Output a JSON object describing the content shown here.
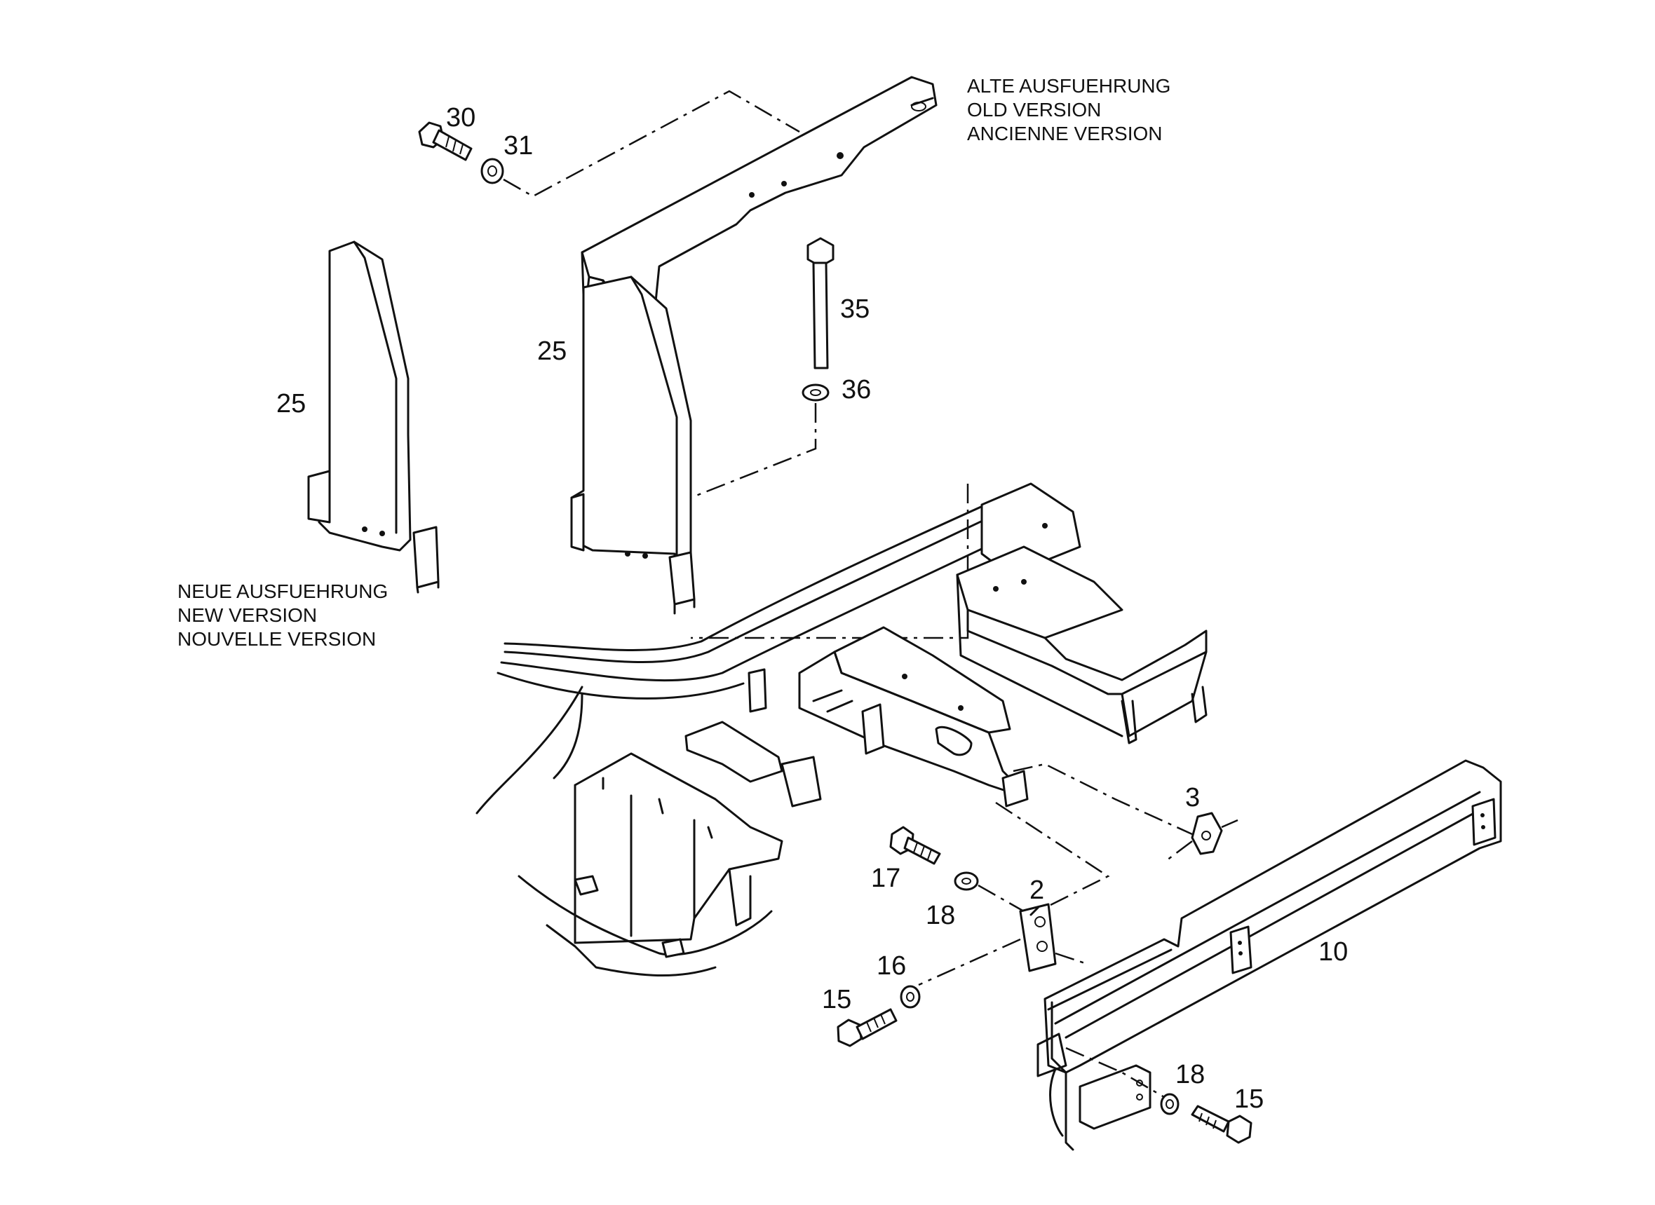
{
  "notes": {
    "old_version": [
      "ALTE AUSFUEHRUNG",
      "OLD VERSION",
      "ANCIENNE VERSION"
    ],
    "new_version": [
      "NEUE AUSFUEHRUNG",
      "NEW VERSION",
      "NOUVELLE VERSION"
    ]
  },
  "callouts": {
    "p30": "30",
    "p31": "31",
    "p35": "35",
    "p36": "36",
    "p25_old": "25",
    "p25_new": "25",
    "p3": "3",
    "p17": "17",
    "p18_a": "18",
    "p2": "2",
    "p16": "16",
    "p15_a": "15",
    "p10": "10",
    "p18_b": "18",
    "p15_b": "15"
  }
}
